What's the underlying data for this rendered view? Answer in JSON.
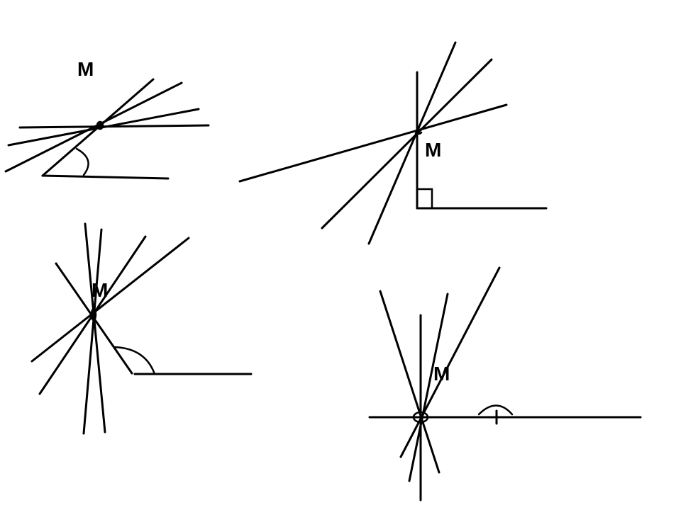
{
  "colors": {
    "background": "#ffffff",
    "stroke": "#000000"
  },
  "figures": [
    {
      "id": "fig-1",
      "point_label": "M",
      "angle_marker": "acute-arc"
    },
    {
      "id": "fig-2",
      "point_label": "M",
      "angle_marker": "right-angle-square"
    },
    {
      "id": "fig-3",
      "point_label": "M",
      "angle_marker": "obtuse-arc"
    },
    {
      "id": "fig-4",
      "point_label": "M",
      "angle_marker": "arc-with-tick"
    }
  ]
}
